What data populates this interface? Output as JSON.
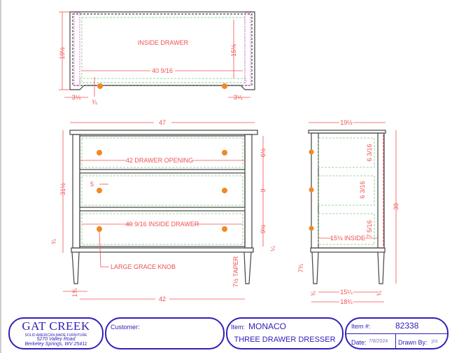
{
  "top_view": {
    "inside_label": "INSIDE DRAWER",
    "depth": "19½",
    "inside_depth": "15⅛",
    "inside_width": "40 9/16",
    "side_left": "3¼",
    "side_right": "3¼",
    "offset": "¾"
  },
  "front_view": {
    "overall_width": "47",
    "height": "31½",
    "drawer1": "6½",
    "drawer2": "9",
    "drawer3": "9½",
    "bottom_gap": "¼",
    "opening": "42 DRAWER OPENING",
    "knob_offset": "5",
    "inside_drawer": "40 9/16 INSIDE DRAWER",
    "knob_label": "LARGE GRACE KNOB",
    "taper": "7½ TAPER",
    "leg_span": "42",
    "leg_width": "1¾",
    "leg_inset": "¾"
  },
  "side_view": {
    "depth": "19½",
    "overall_height": "39",
    "d1": "6 3/16",
    "d2": "6 3/16",
    "d3": "7 5/16",
    "inside": "15⅛ INSIDE",
    "leg_height": "7¾",
    "leg_span": "15¼",
    "total_depth": "18¾",
    "leg_left": "¾",
    "leg_right": "¾"
  },
  "title_block": {
    "company": "GAT CREEK",
    "tagline": "SOLID AMERICAN-MADE FURNITURE",
    "address1": "5270 Valley Road",
    "address2": "Berkeley Springs, WV  25411",
    "customer_label": "Customer:",
    "customer_value": "",
    "item_label": "Item:",
    "item_name": "MONACO",
    "item_desc": "THREE DRAWER DRESSER",
    "item_no_label": "Item #:",
    "item_no": "82338",
    "date_label": "Date:",
    "date": "7/8/2024",
    "drawn_label": "Drawn By:",
    "drawn_by": "jcs"
  },
  "colors": {
    "dimension": "#f05050",
    "outline": "#444444",
    "hidden": "#7cc87c",
    "joinery": "#e060e0",
    "knob": "#f08a24",
    "title": "#3020b8"
  }
}
